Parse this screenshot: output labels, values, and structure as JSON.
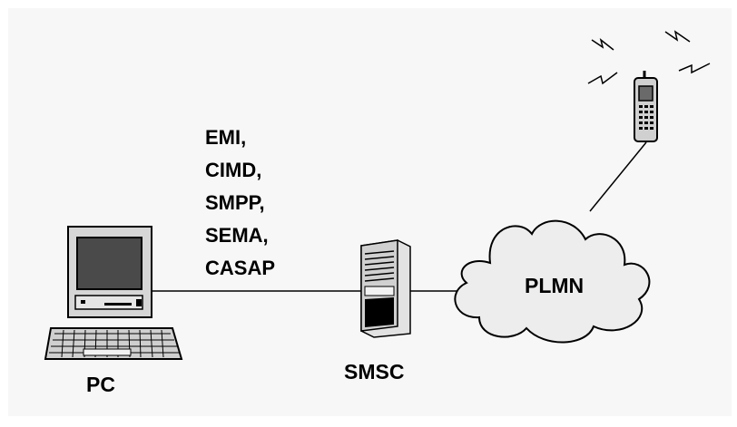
{
  "diagram": {
    "protocols": [
      "EMI,",
      "CIMD,",
      "SMPP,",
      "SEMA,",
      "CASAP"
    ],
    "labels": {
      "pc": "PC",
      "smsc": "SMSC",
      "plmn": "PLMN"
    },
    "nodes": {
      "pc": {
        "icon": "desktop-computer-icon"
      },
      "smsc": {
        "icon": "server-tower-icon"
      },
      "plmn": {
        "icon": "cloud-network-icon"
      },
      "phone": {
        "icon": "mobile-phone-icon"
      }
    },
    "colors": {
      "background": "#f7f7f7",
      "line": "#000000",
      "screen": "#4a4a4a",
      "device": "#d6d6d6"
    }
  }
}
